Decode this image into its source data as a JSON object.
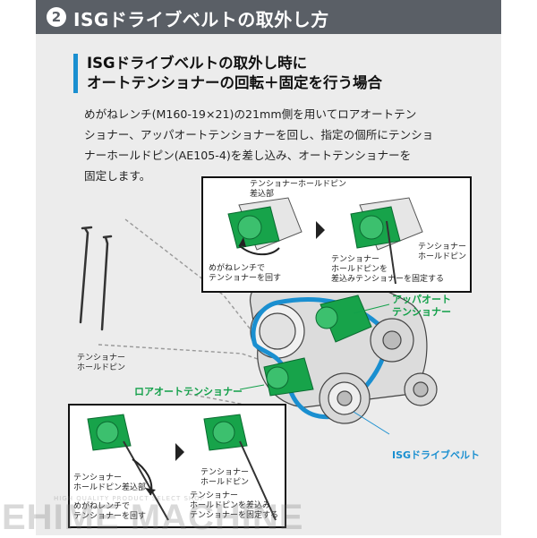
{
  "header": {
    "number": "2",
    "title": "ISGドライブベルトの取外し方"
  },
  "subheading": {
    "line1": "ISGドライブベルトの取外し時に",
    "line2": "オートテンショナーの回転＋固定を行う場合"
  },
  "body": {
    "line1": "めがねレンチ(M160-19×21)の21mm側を用いてロアオートテン",
    "line2": "ショナー、アッパオートテンショナーを回し、指定の個所にテンショ",
    "line3": "ナーホールドピン(AE105-4)を差し込み、オートテンショナーを",
    "line4": "固定します。"
  },
  "upper_box": {
    "insert_label_1": "テンショナーホールドピン",
    "insert_label_2": "差込部",
    "wrench_label_1": "めがねレンチで",
    "wrench_label_2": "テンショナーを回す",
    "pin_label_1": "テンショナー",
    "pin_label_2": "ホールドピン",
    "fix_label_1": "テンショナー",
    "fix_label_2": "ホールドピンを",
    "fix_label_3": "差込みテンショナーを固定する"
  },
  "lower_box": {
    "insert_label_1": "テンショナー",
    "insert_label_2": "ホールドピン差込部",
    "wrench_label_1": "めがねレンチで",
    "wrench_label_2": "テンショナーを回す",
    "pin_label_1": "テンショナー",
    "pin_label_2": "ホールドピン",
    "fix_label_1": "テンショナー",
    "fix_label_2": "ホールドピンを差込み",
    "fix_label_3": "テンショナーを固定する"
  },
  "pin_tool_label_1": "テンショナー",
  "pin_tool_label_2": "ホールドピン",
  "upper_tensioner_label_1": "アッパオート",
  "upper_tensioner_label_2": "テンショナー",
  "lower_tensioner_label": "ロアオートテンショナー",
  "belt_label": "ISGドライブベルト",
  "watermark": "EHIME MACHINE",
  "watermark_small": "HIGH QUALITY PRODUCT SELECT SHOP",
  "colors": {
    "header": "#5a5f66",
    "panel": "#ececec",
    "accent_blue": "#1a8fd0",
    "tensioner_green": "#13a04a"
  }
}
